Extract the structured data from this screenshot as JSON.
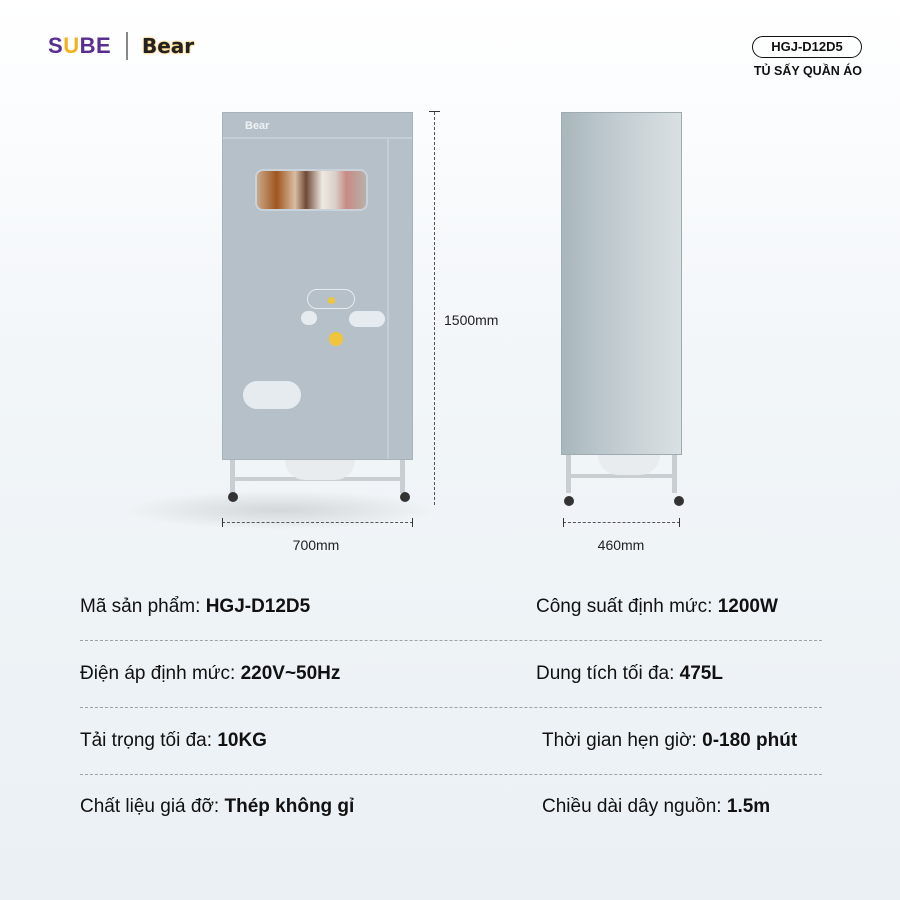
{
  "brand": {
    "sube_logo": "SUBE",
    "bear_logo": "Bear"
  },
  "header": {
    "model": "HGJ-D12D5",
    "subtitle": "TỦ SẤY QUẦN ÁO"
  },
  "product": {
    "front_logo": "Bear"
  },
  "dimensions": {
    "height": "1500mm",
    "width": "700mm",
    "depth": "460mm"
  },
  "colors": {
    "brand_purple": "#5a2d91",
    "brand_yellow": "#f2b21c",
    "cabinet": "#b6c0c9"
  },
  "specs": [
    {
      "label": "Mã sản phẩm:",
      "value": "HGJ-D12D5"
    },
    {
      "label": "Công suất định mức:",
      "value": "1200W"
    },
    {
      "label": "Điện áp định mức:",
      "value": "220V~50Hz"
    },
    {
      "label": "Dung tích tối đa:",
      "value": "475L"
    },
    {
      "label": "Tải trọng tối đa:",
      "value": "10KG"
    },
    {
      "label": "Thời gian hẹn giờ:",
      "value": "0-180 phút"
    },
    {
      "label": "Chất liệu giá đỡ:",
      "value": "Thép không gỉ"
    },
    {
      "label": "Chiều dài dây nguồn:",
      "value": "1.5m"
    }
  ]
}
